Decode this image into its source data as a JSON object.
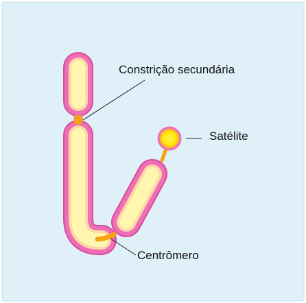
{
  "diagram": {
    "labels": {
      "secondary_constriction": "Constrição secundária",
      "satellite": "Satélite",
      "centromere": "Centrômero"
    },
    "colors": {
      "background": "#dff0f8",
      "background_border": "#c8dfeb",
      "chromatid_core": "#fff7b0",
      "chromatid_edge": "#ef6fb6",
      "chromatid_outline": "#d64c98",
      "constriction": "#f7a20f",
      "satellite_core": "#ffe800",
      "satellite_ring": "#f36aa8",
      "leader_line": "#222222"
    }
  }
}
